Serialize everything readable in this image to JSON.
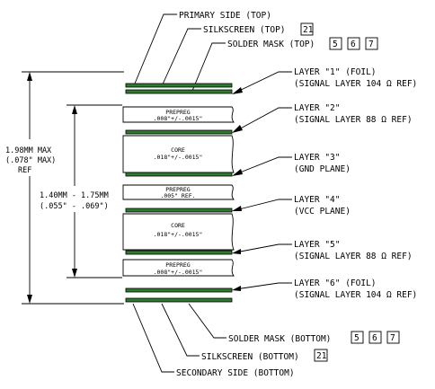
{
  "top": {
    "primary_side": "PRIMARY SIDE (TOP)",
    "silkscreen": "SILKSCREEN (TOP)",
    "silkscreen_refs": [
      "21"
    ],
    "solder_mask": "SOLDER MASK (TOP)",
    "solder_mask_refs": [
      "5",
      "6",
      "7"
    ]
  },
  "bottom": {
    "solder_mask": "SOLDER MASK (BOTTOM)",
    "solder_mask_refs": [
      "5",
      "6",
      "7"
    ],
    "silkscreen": "SILKSCREEN (BOTTOM)",
    "silkscreen_refs": [
      "21"
    ],
    "secondary_side": "SECONDARY SIDE (BOTTOM)"
  },
  "layers": [
    {
      "line1": "LAYER \"1\" (FOIL)",
      "line2": "(SIGNAL LAYER 104 Ω REF)"
    },
    {
      "line1": "LAYER \"2\"",
      "line2": "(SIGNAL LAYER 88 Ω REF)"
    },
    {
      "line1": "LAYER \"3\"",
      "line2": "(GND PLANE)"
    },
    {
      "line1": "LAYER \"4\"",
      "line2": "(VCC PLANE)"
    },
    {
      "line1": "LAYER \"5\"",
      "line2": "(SIGNAL LAYER 88 Ω REF)"
    },
    {
      "line1": "LAYER \"6\" (FOIL)",
      "line2": "(SIGNAL LAYER 104 Ω REF)"
    }
  ],
  "dielectrics": [
    {
      "name": "PREPREG",
      "spec": ".008\"+/-.0015\""
    },
    {
      "name": "CORE",
      "spec": ".018\"+/-.0015\""
    },
    {
      "name": "PREPREG",
      "spec": ".005\" REF."
    },
    {
      "name": "CORE",
      "spec": ".018\"+/-.0015\""
    },
    {
      "name": "PREPREG",
      "spec": ".008\"+/-.0015\""
    }
  ],
  "dimensions": {
    "overall": [
      "1.98MM MAX",
      "(.078\" MAX)",
      "REF"
    ],
    "inner": [
      "1.40MM - 1.75MM",
      "(.055\" - .069\")"
    ]
  },
  "colors": {
    "copper_layer": "#2f7a2f",
    "line": "#000000"
  }
}
